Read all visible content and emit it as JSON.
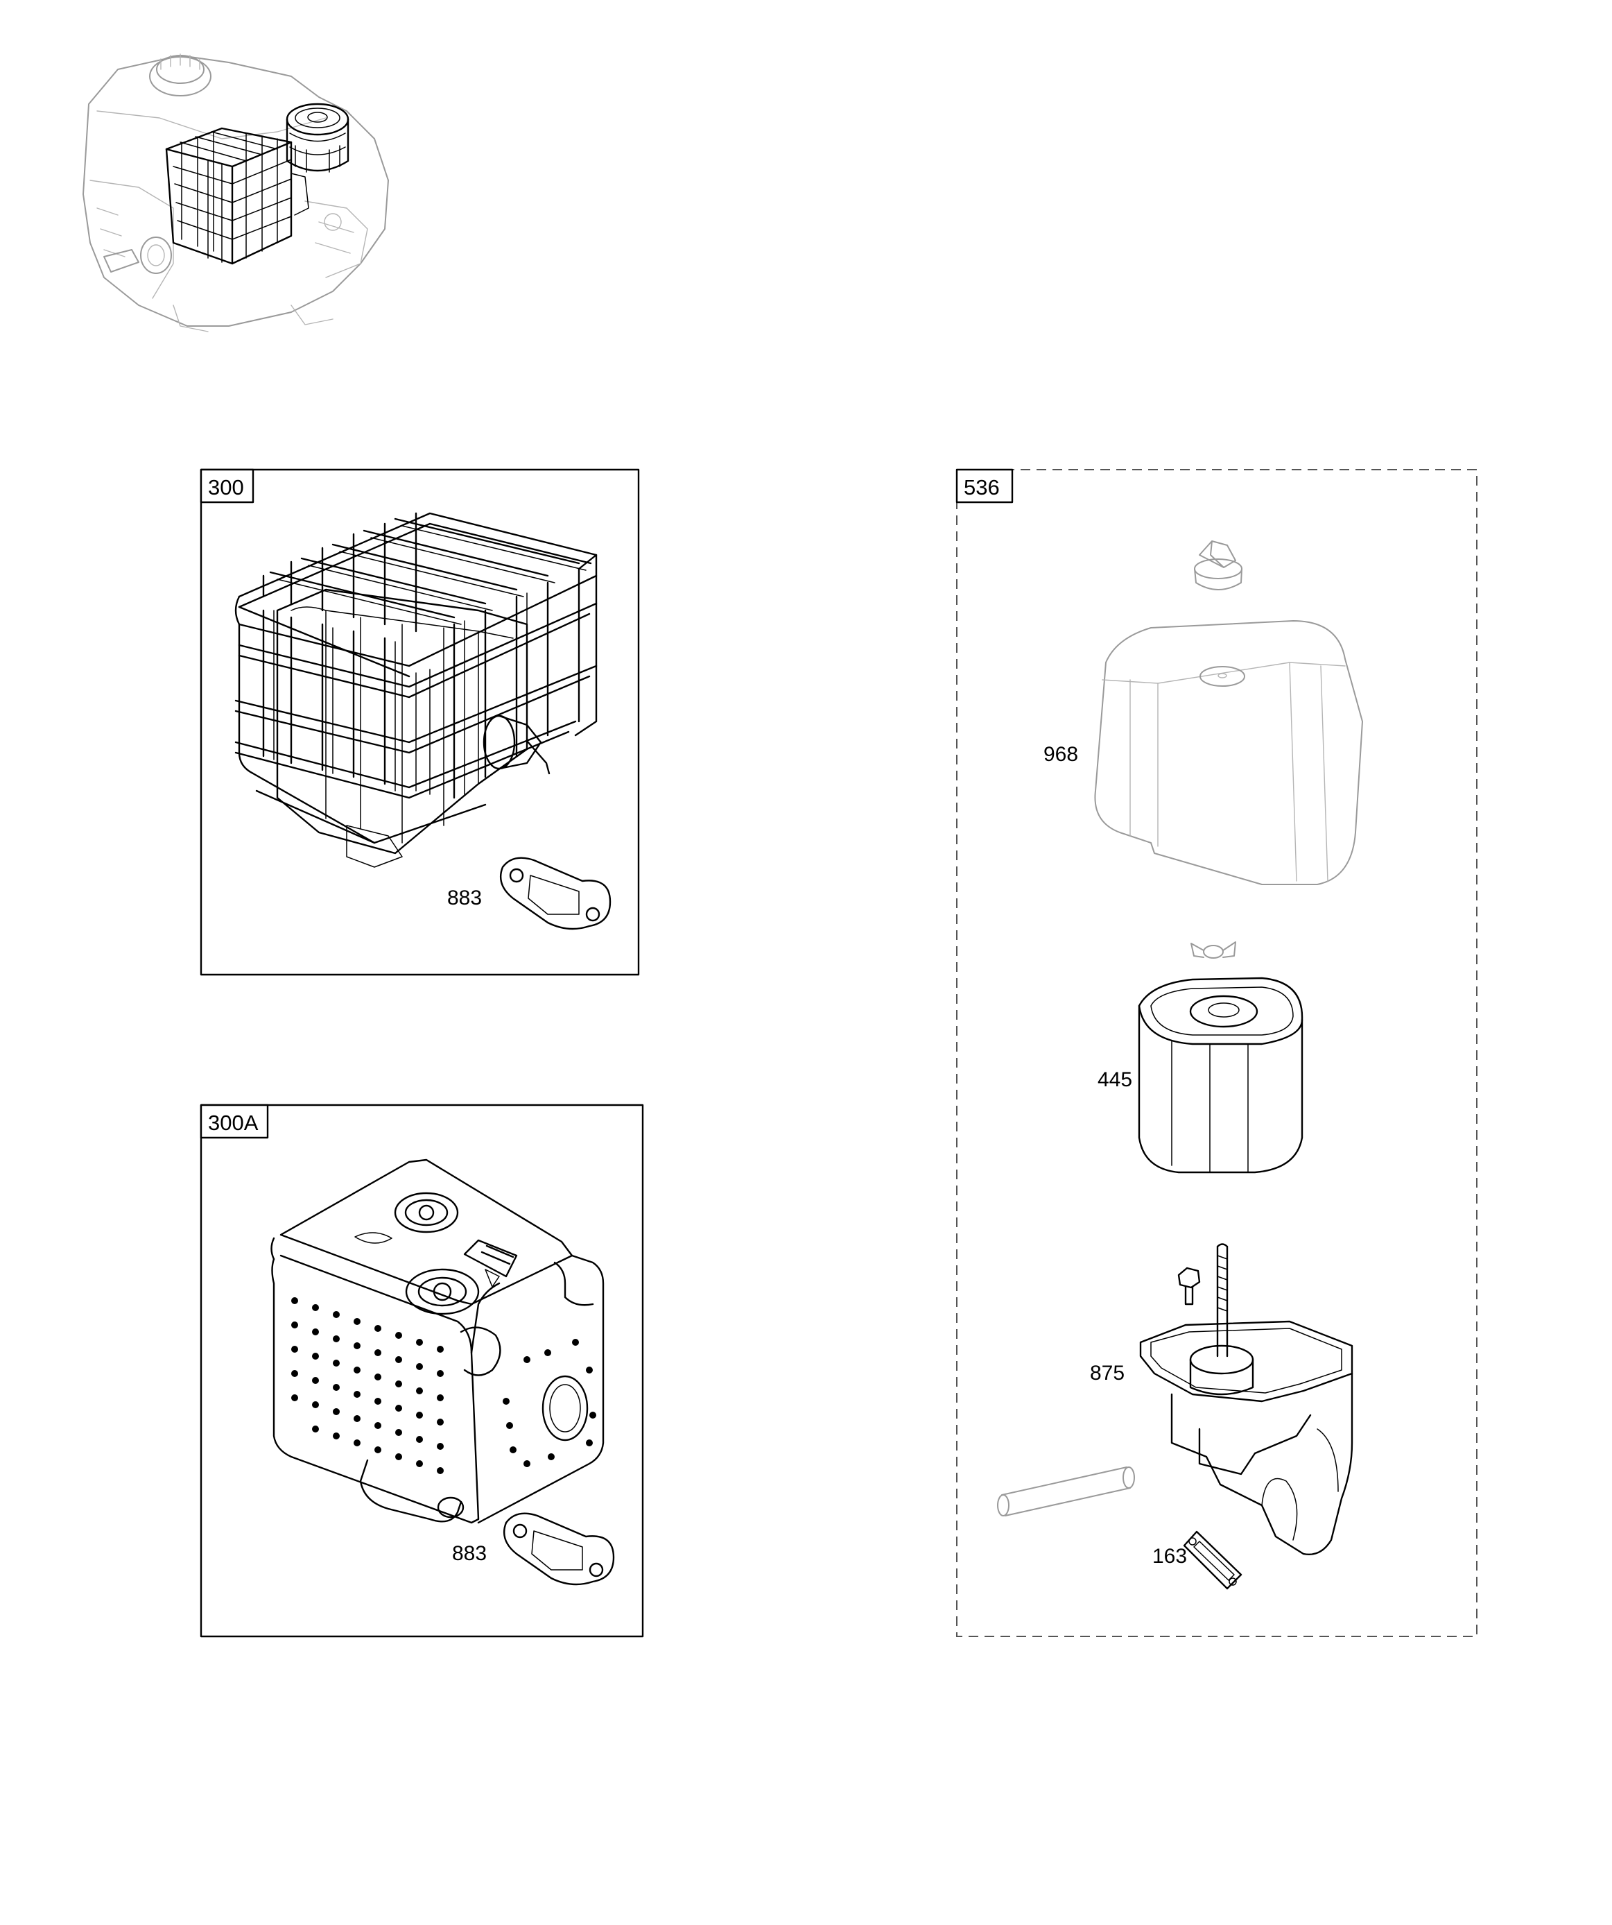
{
  "panels": {
    "muffler_guard": {
      "id": "300",
      "callouts": {
        "gasket": "883"
      }
    },
    "muffler_shield": {
      "id": "300A",
      "callouts": {
        "gasket": "883"
      }
    },
    "air_cleaner": {
      "id": "536",
      "callouts": {
        "cover": "968",
        "filter": "445",
        "base": "875",
        "base_gasket": "163"
      }
    }
  },
  "icons": [
    "engine-overview",
    "muffler-with-guard",
    "muffler-with-shield",
    "air-cleaner-knob",
    "air-cleaner-cover",
    "wing-nut",
    "air-filter",
    "air-cleaner-base",
    "breather-tube",
    "gasket"
  ]
}
